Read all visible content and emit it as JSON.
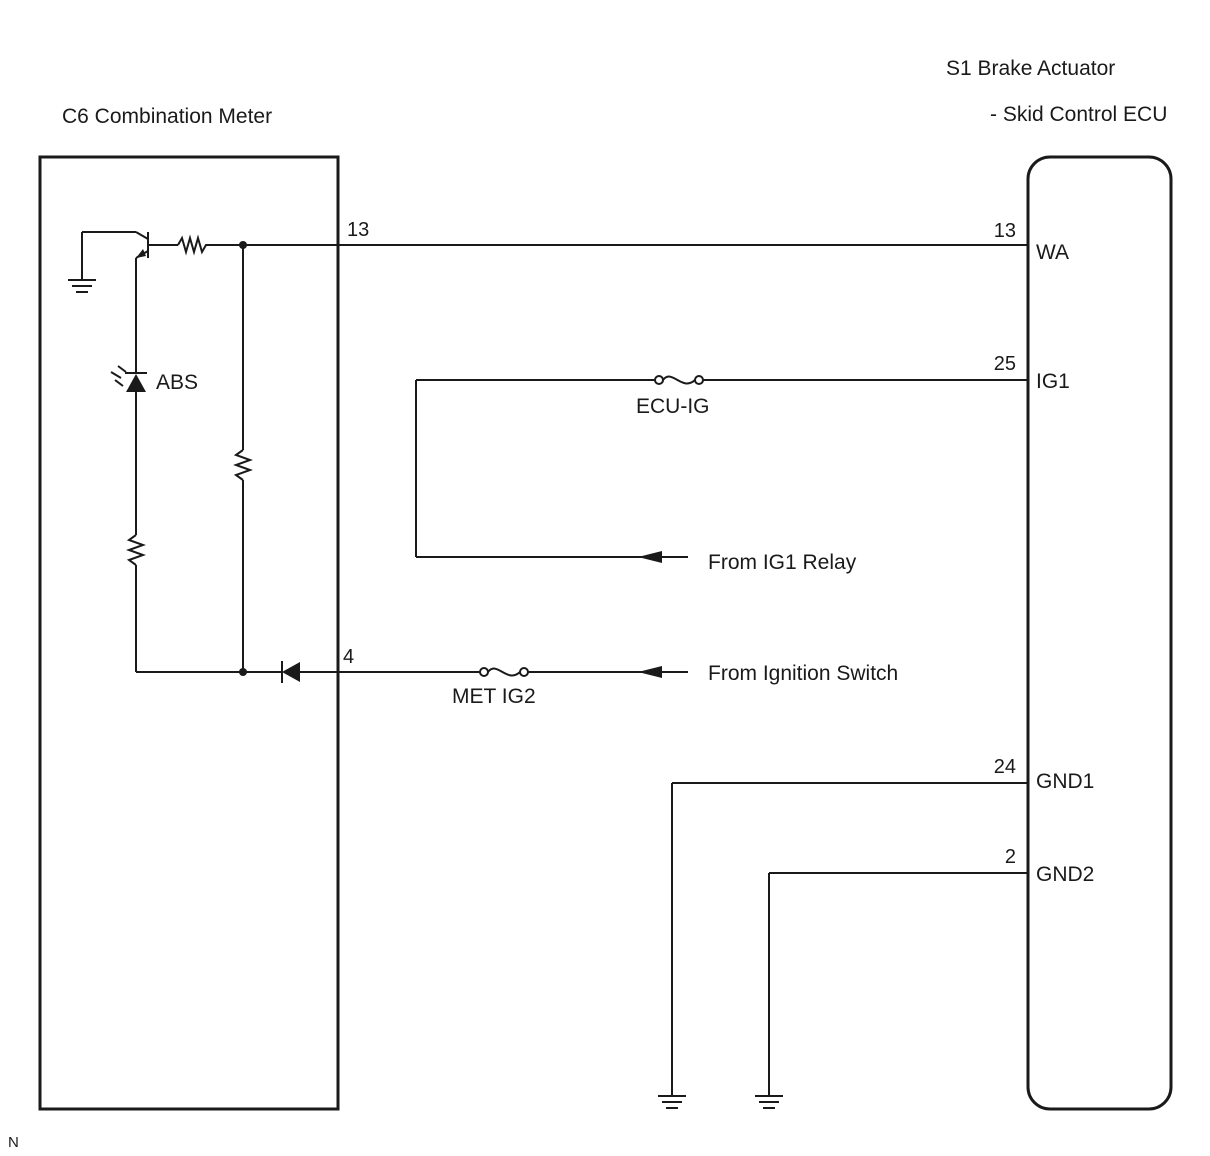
{
  "components": {
    "combination_meter": {
      "label": "C6  Combination Meter"
    },
    "skid_control_ecu": {
      "label_line1": "S1  Brake Actuator",
      "label_line2": "- Skid Control ECU"
    }
  },
  "meter_pins": {
    "wa_pin": "13",
    "ig2_pin": "4"
  },
  "ecu_pins": [
    {
      "number": "13",
      "name": "WA"
    },
    {
      "number": "25",
      "name": "IG1"
    },
    {
      "number": "24",
      "name": "GND1"
    },
    {
      "number": "2",
      "name": "GND2"
    }
  ],
  "indicator": {
    "label": "ABS"
  },
  "fuses": {
    "ecu_ig": "ECU-IG",
    "met_ig2": "MET IG2"
  },
  "sources": {
    "ig1_relay": "From IG1 Relay",
    "ignition_switch": "From Ignition Switch"
  },
  "footer": {
    "code": "N"
  }
}
